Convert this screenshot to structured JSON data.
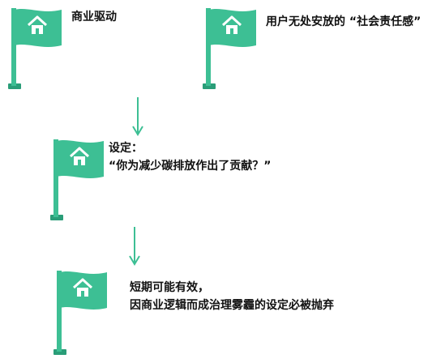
{
  "diagram": {
    "nodes": [
      {
        "id": "top-left",
        "lines": [
          "商业驱动"
        ],
        "icon": "house-icon"
      },
      {
        "id": "top-right",
        "lines": [
          "用户无处安放的 “社会责任感”"
        ],
        "icon": "house-icon"
      },
      {
        "id": "middle",
        "lines": [
          "设定：",
          "“你为减少碳排放作出了贡献？”"
        ],
        "icon": "house-icon"
      },
      {
        "id": "bottom",
        "lines": [
          "短期可能有效，",
          "因商业逻辑而成治理雾霾的设定必被抛弃"
        ],
        "icon": "house-icon"
      }
    ],
    "arrows": [
      {
        "from": "top",
        "to": "middle",
        "direction": "down"
      },
      {
        "from": "middle",
        "to": "bottom",
        "direction": "down"
      }
    ],
    "colors": {
      "flag": "#3dbf94",
      "flag_dark": "#2a9d78",
      "arrow": "#3dbf94",
      "icon": "#ffffff",
      "text": "#111111"
    }
  }
}
